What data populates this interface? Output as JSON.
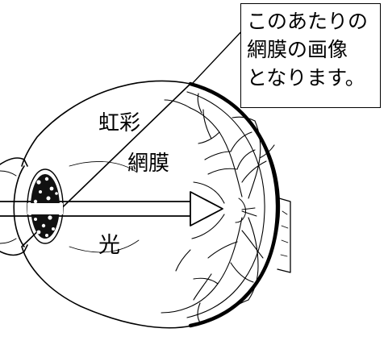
{
  "callout": {
    "lines": [
      "このあたりの",
      "網膜の画像",
      "となります。"
    ]
  },
  "labels": {
    "iris": "虹彩",
    "retina": "網膜",
    "light": "光"
  },
  "colors": {
    "ink": "#000000",
    "background": "#ffffff"
  }
}
